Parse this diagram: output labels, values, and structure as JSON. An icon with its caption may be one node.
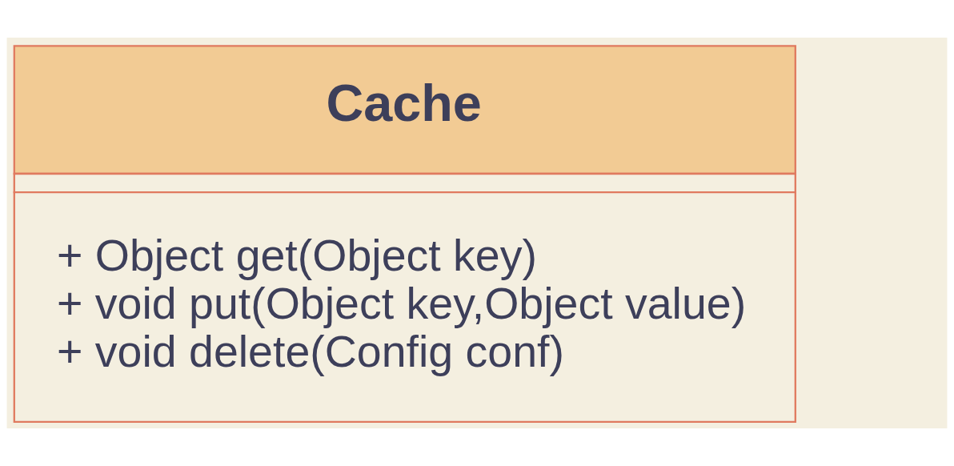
{
  "diagram": {
    "nodes": [
      {
        "text": [
          "Cache",
          "+ Object get(Object key)",
          "+ void put(Object key,Object value)",
          "+ void delete(Config conf)"
        ]
      }
    ],
    "edges": []
  }
}
